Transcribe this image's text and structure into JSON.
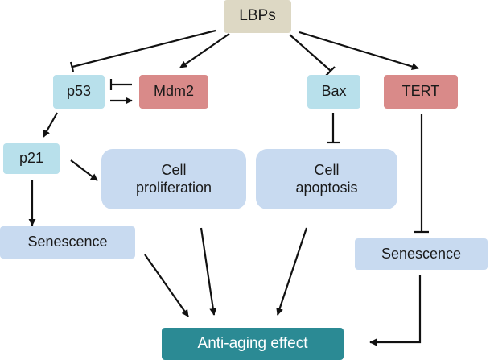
{
  "nodes": {
    "lbps": {
      "label": "LBPs",
      "color": "#ddd8c4"
    },
    "p53": {
      "label": "p53",
      "color": "#b8e0eb"
    },
    "mdm2": {
      "label": "Mdm2",
      "color": "#d98a89"
    },
    "bax": {
      "label": "Bax",
      "color": "#b8e0eb"
    },
    "tert": {
      "label": "TERT",
      "color": "#d98a89"
    },
    "p21": {
      "label": "p21",
      "color": "#b8e0eb"
    },
    "cell_proliferation": {
      "line1": "Cell",
      "line2": "proliferation",
      "color": "#c8daf0"
    },
    "cell_apoptosis": {
      "line1": "Cell",
      "line2": "apoptosis",
      "color": "#c8daf0"
    },
    "senescence_left": {
      "label": "Senescence",
      "color": "#c8daf0"
    },
    "senescence_right": {
      "label": "Senescence",
      "color": "#c8daf0"
    },
    "anti_aging": {
      "label": "Anti-aging effect",
      "color": "#2b8a94",
      "text_color": "#ffffff"
    }
  },
  "edges": [
    {
      "from": "LBPs",
      "to": "p53",
      "type": "inhibit"
    },
    {
      "from": "LBPs",
      "to": "Mdm2",
      "type": "activate"
    },
    {
      "from": "LBPs",
      "to": "Bax",
      "type": "inhibit"
    },
    {
      "from": "LBPs",
      "to": "TERT",
      "type": "activate"
    },
    {
      "from": "Mdm2",
      "to": "p53",
      "type": "inhibit"
    },
    {
      "from": "p53",
      "to": "Mdm2",
      "type": "activate"
    },
    {
      "from": "p53",
      "to": "p21",
      "type": "activate"
    },
    {
      "from": "p21",
      "to": "Senescence",
      "type": "activate"
    },
    {
      "from": "p21",
      "to": "Cell proliferation",
      "type": "activate"
    },
    {
      "from": "Bax",
      "to": "Cell apoptosis",
      "type": "inhibit"
    },
    {
      "from": "TERT",
      "to": "Senescence",
      "type": "inhibit"
    },
    {
      "from": "Senescence",
      "to": "Anti-aging effect",
      "type": "activate"
    },
    {
      "from": "Cell proliferation",
      "to": "Anti-aging effect",
      "type": "activate"
    },
    {
      "from": "Cell apoptosis",
      "to": "Anti-aging effect",
      "type": "activate"
    },
    {
      "from": "Senescence",
      "to": "Anti-aging effect",
      "type": "activate"
    }
  ],
  "line_color": "#111111"
}
